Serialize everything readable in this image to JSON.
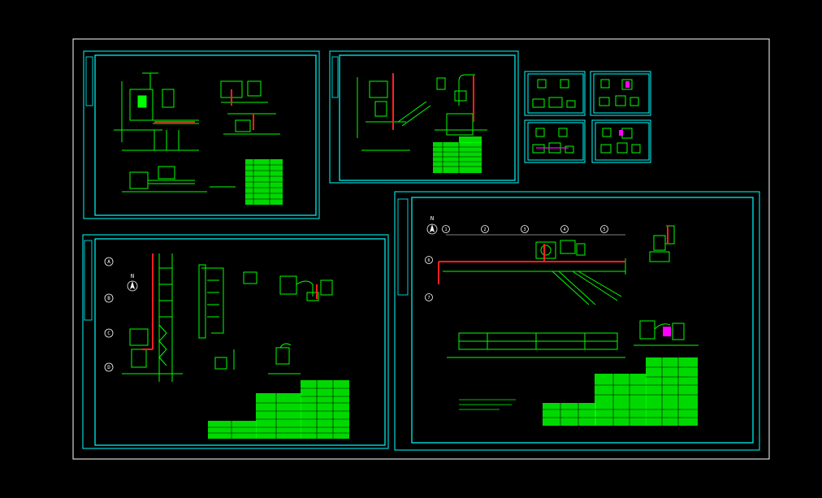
{
  "drawing": {
    "colors": {
      "background": "#000000",
      "outer_border": "#ffffff",
      "sheet_border": "#00ffff",
      "linework": "#00ff00",
      "pipe": "#ff2020",
      "accent": "#ff00ff",
      "annotation": "#ffffff"
    },
    "axis_markers": {
      "sheet_left_bottom": [
        "A",
        "B",
        "C",
        "D"
      ],
      "sheet_right_bottom": [
        "1",
        "2",
        "3",
        "4",
        "5",
        "6",
        "7"
      ]
    },
    "north_marker": "N"
  }
}
